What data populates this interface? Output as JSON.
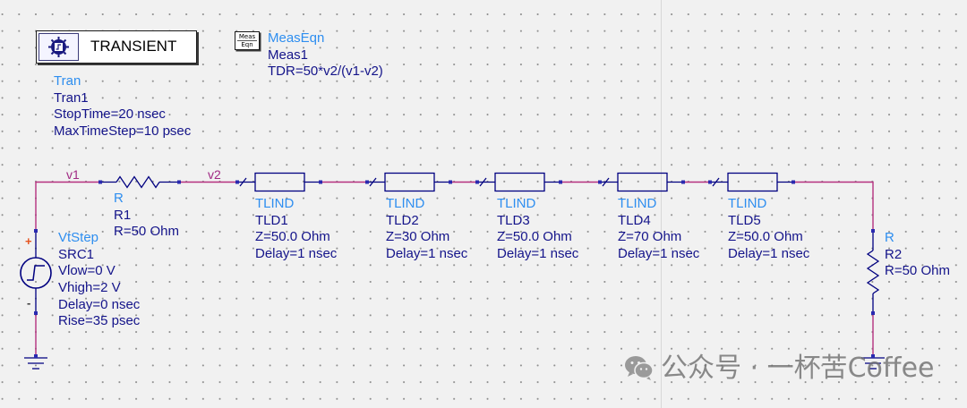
{
  "colors": {
    "background": "#f1f1f1",
    "grid": "#8f8f8f",
    "wire": "#b5307f",
    "component": "#000080",
    "type_label": "#2e8ef0",
    "param_label": "#14148a",
    "node_label": "#a12a84",
    "plus_sign": "#e5531f"
  },
  "transient": {
    "icon": "transient-sim-icon",
    "title": "TRANSIENT",
    "type": "Tran",
    "instance": "Tran1",
    "params": [
      "StopTime=20 nsec",
      "MaxTimeStep=10 psec"
    ]
  },
  "meas_eqn": {
    "icon": "meas-eqn-icon",
    "icon_lines": [
      "Meas",
      "Eqn"
    ],
    "type": "MeasEqn",
    "instance": "Meas1",
    "params": [
      "TDR=50*v2/(v1-v2)"
    ]
  },
  "nodes": {
    "v1": "v1",
    "v2": "v2"
  },
  "source": {
    "icon": "step-voltage-source-icon",
    "type": "VtStep",
    "instance": "SRC1",
    "plus": "+",
    "minus": "-",
    "params": [
      "Vlow=0 V",
      "Vhigh=2 V",
      "Delay=0 nsec",
      "Rise=35 psec"
    ]
  },
  "r1": {
    "icon": "resistor-icon",
    "type": "R",
    "instance": "R1",
    "params": [
      "R=50 Ohm"
    ]
  },
  "tlines": [
    {
      "icon": "tline-icon",
      "type": "TLIND",
      "instance": "TLD1",
      "params": [
        "Z=50.0 Ohm",
        "Delay=1 nsec"
      ]
    },
    {
      "icon": "tline-icon",
      "type": "TLIND",
      "instance": "TLD2",
      "params": [
        "Z=30 Ohm",
        "Delay=1 nsec"
      ]
    },
    {
      "icon": "tline-icon",
      "type": "TLIND",
      "instance": "TLD3",
      "params": [
        "Z=50.0 Ohm",
        "Delay=1 nsec"
      ]
    },
    {
      "icon": "tline-icon",
      "type": "TLIND",
      "instance": "TLD4",
      "params": [
        "Z=70 Ohm",
        "Delay=1 nsec"
      ]
    },
    {
      "icon": "tline-icon",
      "type": "TLIND",
      "instance": "TLD5",
      "params": [
        "Z=50.0 Ohm",
        "Delay=1 nsec"
      ]
    }
  ],
  "r2": {
    "icon": "resistor-icon",
    "type": "R",
    "instance": "R2",
    "params": [
      "R=50 Ohm"
    ]
  },
  "ground_icon": "ground-icon",
  "watermark": {
    "icon": "wechat-icon",
    "text": "公众号 · 一杯苦Coffee"
  }
}
